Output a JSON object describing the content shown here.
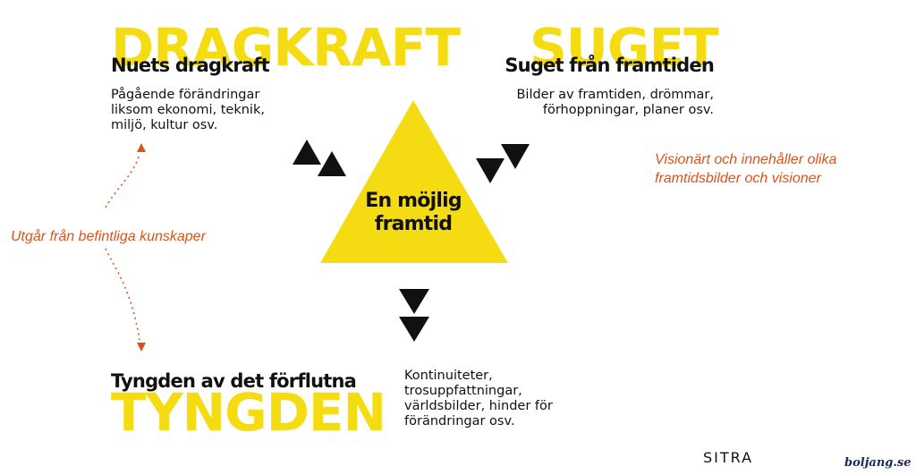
{
  "dragkraft": {
    "big_label": "DRAGKRAFT",
    "heading": "Nuets dragkraft",
    "body_lines": [
      "Pågående förändringar",
      "liksom ekonomi, teknik,",
      "miljö, kultur osv."
    ]
  },
  "suget": {
    "big_label": "SUGET",
    "heading": "Suget från framtiden",
    "body_lines": [
      "Bilder av framtiden, drömmar,",
      "förhoppningar, planer osv."
    ]
  },
  "tyngden": {
    "big_label": "TYNGDEN",
    "heading": "Tyngden av det förflutna",
    "body_lines": [
      "Kontinuiteter,",
      "trosuppfattningar,",
      "världsbilder, hinder för",
      "förändringar osv."
    ]
  },
  "center": {
    "lines": [
      "En möjlig",
      "framtid"
    ]
  },
  "annotations": {
    "left_note": "Utgår från befintliga kunskaper",
    "right_note_lines": [
      "Visionärt och innehåller olika",
      "framtidsbilder och visioner"
    ]
  },
  "footer": {
    "sitra_logo": "SITRA",
    "boljang": "boljang.se"
  },
  "colors": {
    "yellow": "#f5dc12",
    "black": "#111111",
    "orange": "#d9541a"
  }
}
